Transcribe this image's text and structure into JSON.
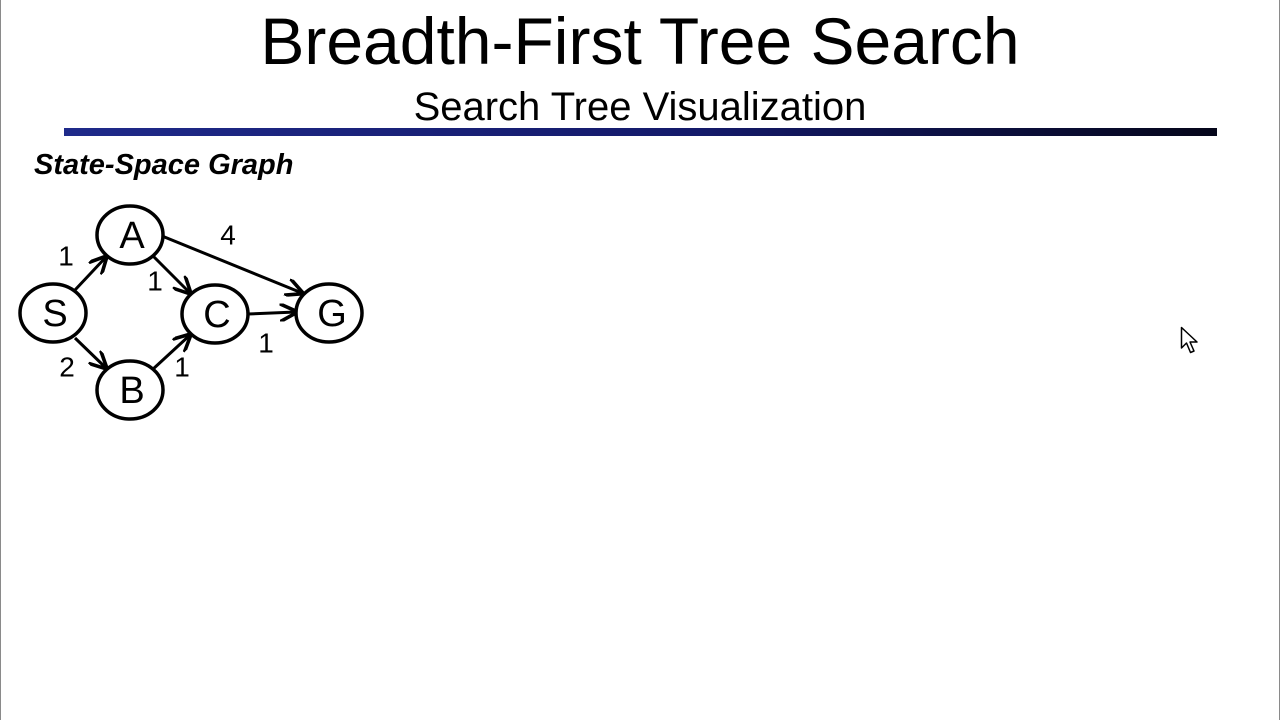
{
  "slide": {
    "title": "Breadth-First Tree Search",
    "subtitle": "Search Tree Visualization",
    "section_label": "State-Space Graph"
  },
  "graph": {
    "nodes": {
      "S": "S",
      "A": "A",
      "B": "B",
      "C": "C",
      "G": "G"
    },
    "edges": {
      "S_A": {
        "from": "S",
        "to": "A",
        "weight": "1"
      },
      "S_B": {
        "from": "S",
        "to": "B",
        "weight": "2"
      },
      "A_C": {
        "from": "A",
        "to": "C",
        "weight": "1"
      },
      "A_G": {
        "from": "A",
        "to": "G",
        "weight": "4"
      },
      "B_C": {
        "from": "B",
        "to": "C",
        "weight": "1"
      },
      "C_G": {
        "from": "C",
        "to": "G",
        "weight": "1"
      }
    }
  },
  "colors": {
    "rule_gradient_start": "#1f2a8a",
    "rule_gradient_end": "#05061a",
    "text": "#000000",
    "background": "#ffffff"
  },
  "icons": {
    "cursor": "mouse-pointer-icon"
  }
}
